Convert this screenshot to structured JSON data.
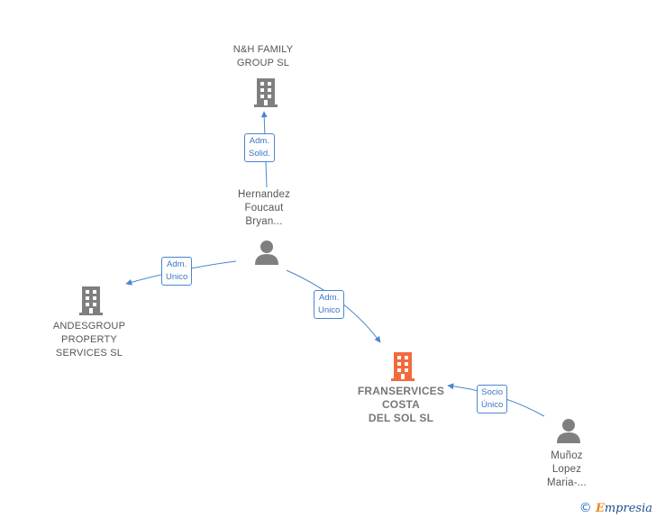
{
  "colors": {
    "company": "#7f7f7f",
    "focus_company": "#f26a3c",
    "person": "#7f7f7f",
    "edge": "#4a86cf"
  },
  "nodes": {
    "nh_family": {
      "label": "N&H FAMILY\nGROUP  SL",
      "icon": "building-icon"
    },
    "hernandez": {
      "label": "Hernandez\nFoucaut\nBryan...",
      "icon": "person-icon"
    },
    "andesgroup": {
      "label": "ANDESGROUP\nPROPERTY\nSERVICES  SL",
      "icon": "building-icon"
    },
    "franservices": {
      "label": "FRANSERVICES\nCOSTA\nDEL SOL  SL",
      "icon": "building-icon"
    },
    "munoz": {
      "label": "Muñoz\nLopez\nMaria-...",
      "icon": "person-icon"
    }
  },
  "edges": {
    "hernandez_to_nh": "Adm.\nSolid.",
    "hernandez_to_andes": "Adm.\nUnico",
    "hernandez_to_fran": "Adm.\nUnico",
    "munoz_to_fran": "Socio\nÚnico"
  },
  "footer": {
    "copyright": "©",
    "brand_initial": "E",
    "brand_rest": "mpresia"
  }
}
